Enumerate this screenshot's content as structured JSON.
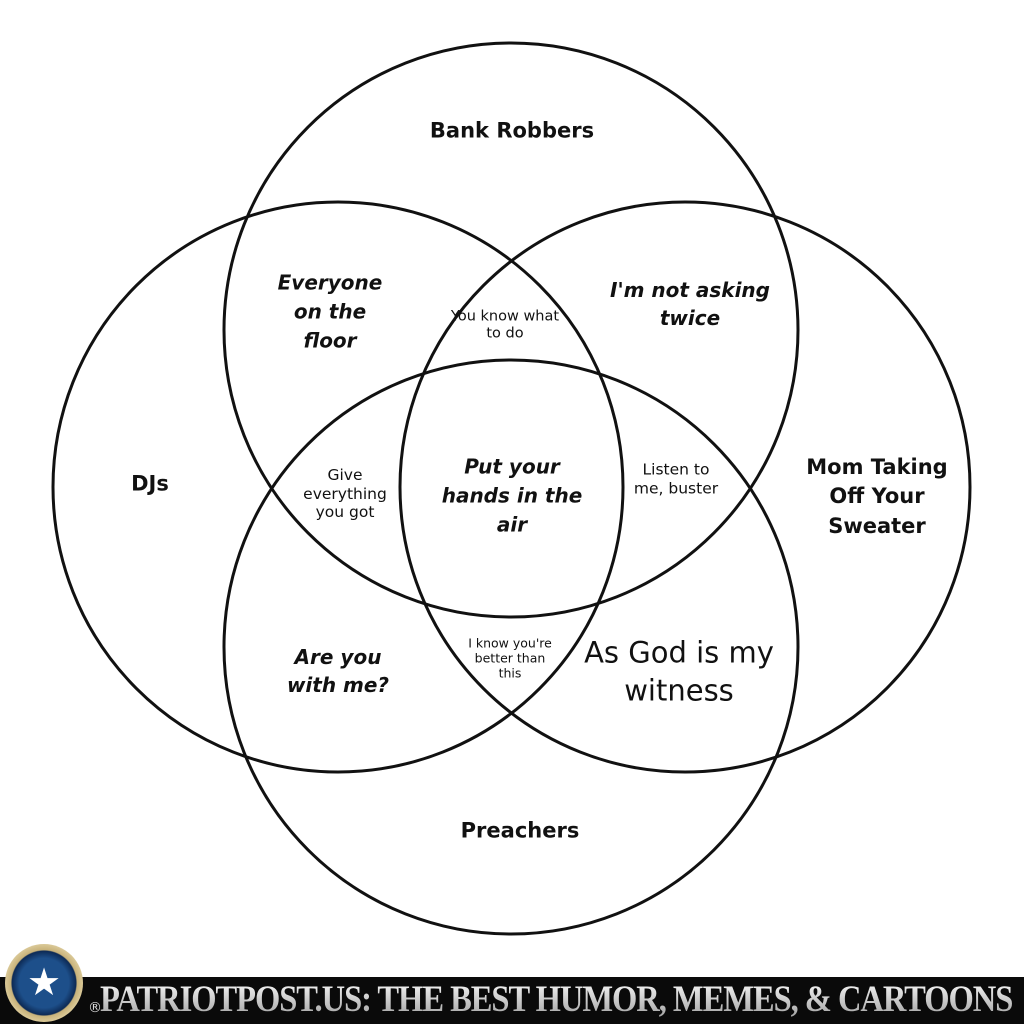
{
  "sets": {
    "top": "Bank Robbers",
    "left": "DJs",
    "right": "Mom Taking Off Your Sweater",
    "bottom": "Preachers"
  },
  "regions": {
    "top_left": "Everyone on the floor",
    "top_left_right": "You know what to do",
    "top_right": "I'm not asking twice",
    "left_top_bottom": "Give everything you got",
    "center": "Put your hands in the air",
    "right_top_bottom": "Listen to me, buster",
    "left_bottom": "Are you with me?",
    "left_right_bottom": "I know you're better than this",
    "right_bottom": "As God is my witness"
  },
  "footer": {
    "text": "PATRIOTPOST.US: THE BEST HUMOR, MEMES, & CARTOONS",
    "registered": "®"
  }
}
